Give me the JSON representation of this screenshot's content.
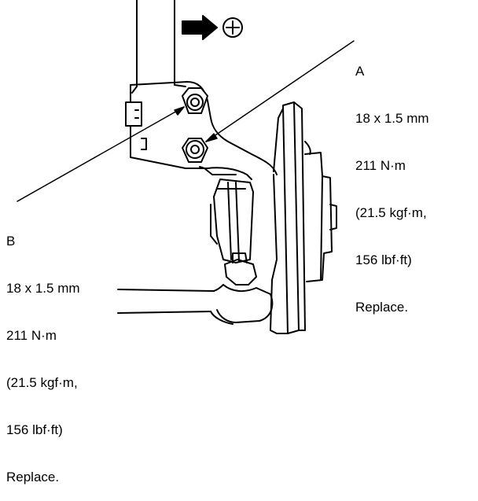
{
  "direction_symbol": "+",
  "callouts": {
    "a": {
      "letter": "A",
      "size": "18 x 1.5 mm",
      "torque_nm": "211 N·m",
      "torque_kgf": "(21.5 kgf·m,",
      "torque_lbf": "156 lbf·ft)",
      "note": "Replace."
    },
    "b": {
      "letter": "B",
      "size": "18 x 1.5 mm",
      "torque_nm": "211 N·m",
      "torque_kgf": "(21.5 kgf·m,",
      "torque_lbf": "156 lbf·ft)",
      "note": "Replace."
    }
  },
  "colors": {
    "ink": "#000000",
    "paper": "#ffffff"
  }
}
